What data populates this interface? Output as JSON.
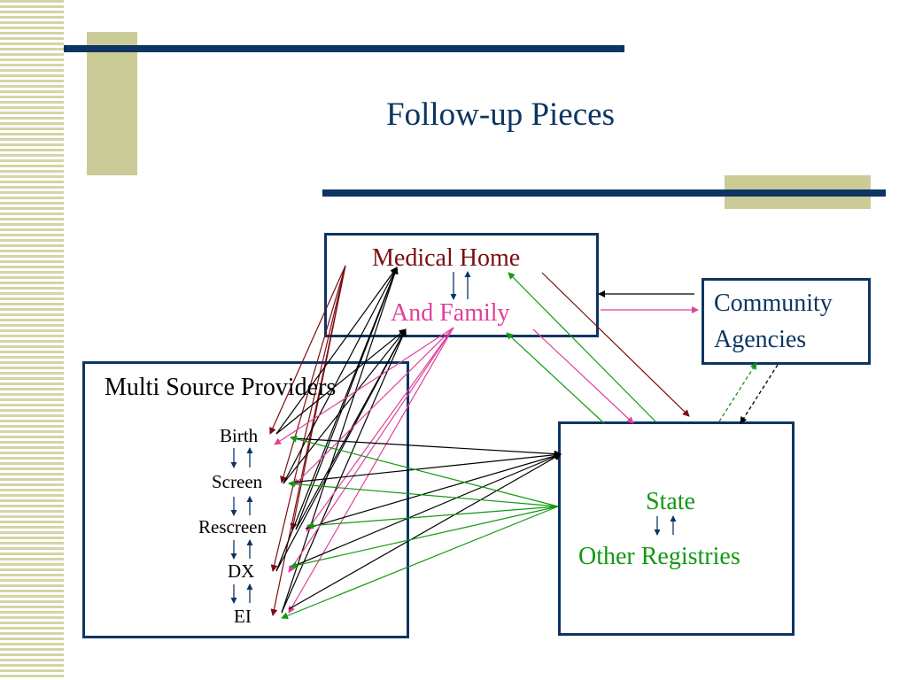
{
  "slide": {
    "title": "Follow-up Pieces"
  },
  "nodes": {
    "medical_home": {
      "line1": "Medical Home",
      "line2": "And Family"
    },
    "community": {
      "line1": "Community",
      "line2": "Agencies"
    },
    "multi_source": {
      "title": "Multi Source Providers",
      "stages": [
        "Birth",
        "Screen",
        "Rescreen",
        "DX",
        "EI"
      ]
    },
    "state": {
      "line1": "State",
      "line2": "Other Registries"
    }
  },
  "colors": {
    "navy": "#0c3563",
    "khaki": "#cbcb98",
    "dark_red": "#7a0e12",
    "pink": "#e0409a",
    "green": "#119911",
    "black": "#000000"
  }
}
